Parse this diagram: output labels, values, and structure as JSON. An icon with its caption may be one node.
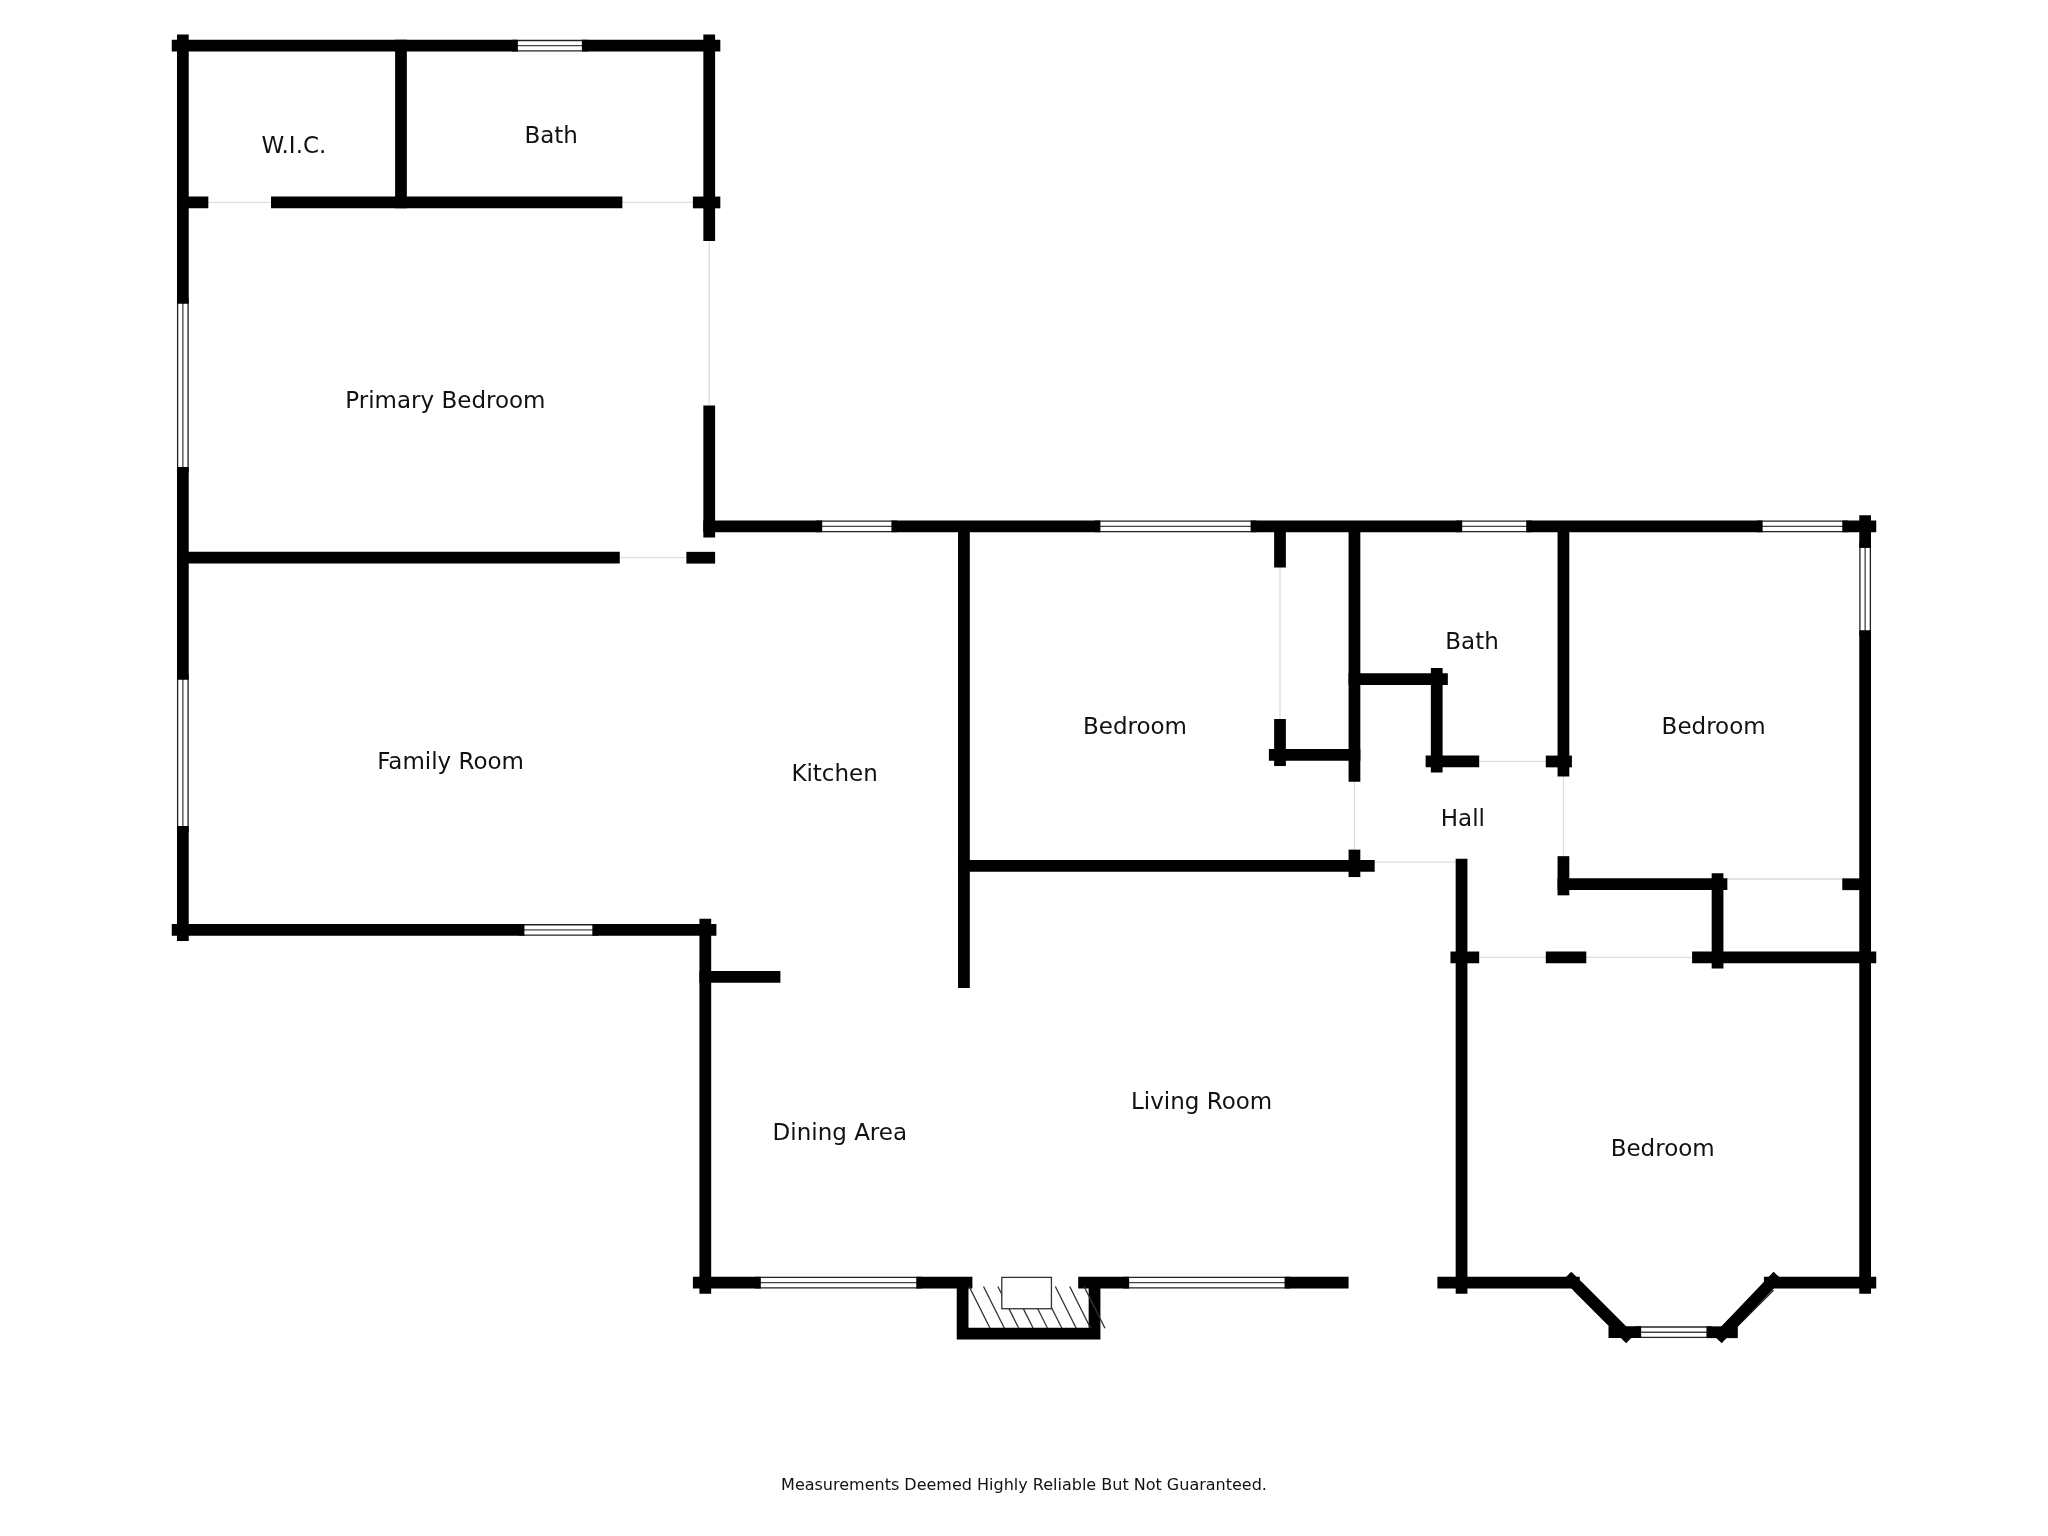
{
  "diagram": {
    "caption": "Measurements Deemed Highly Reliable But Not Guaranteed.",
    "labels": [
      "W.I.C.",
      "Bath",
      "Primary Bedroom",
      "Family Room",
      "Kitchen",
      "Bedroom",
      "Bath",
      "Hall",
      "Bedroom",
      "Living Room",
      "Dining Area",
      "Bedroom"
    ]
  }
}
